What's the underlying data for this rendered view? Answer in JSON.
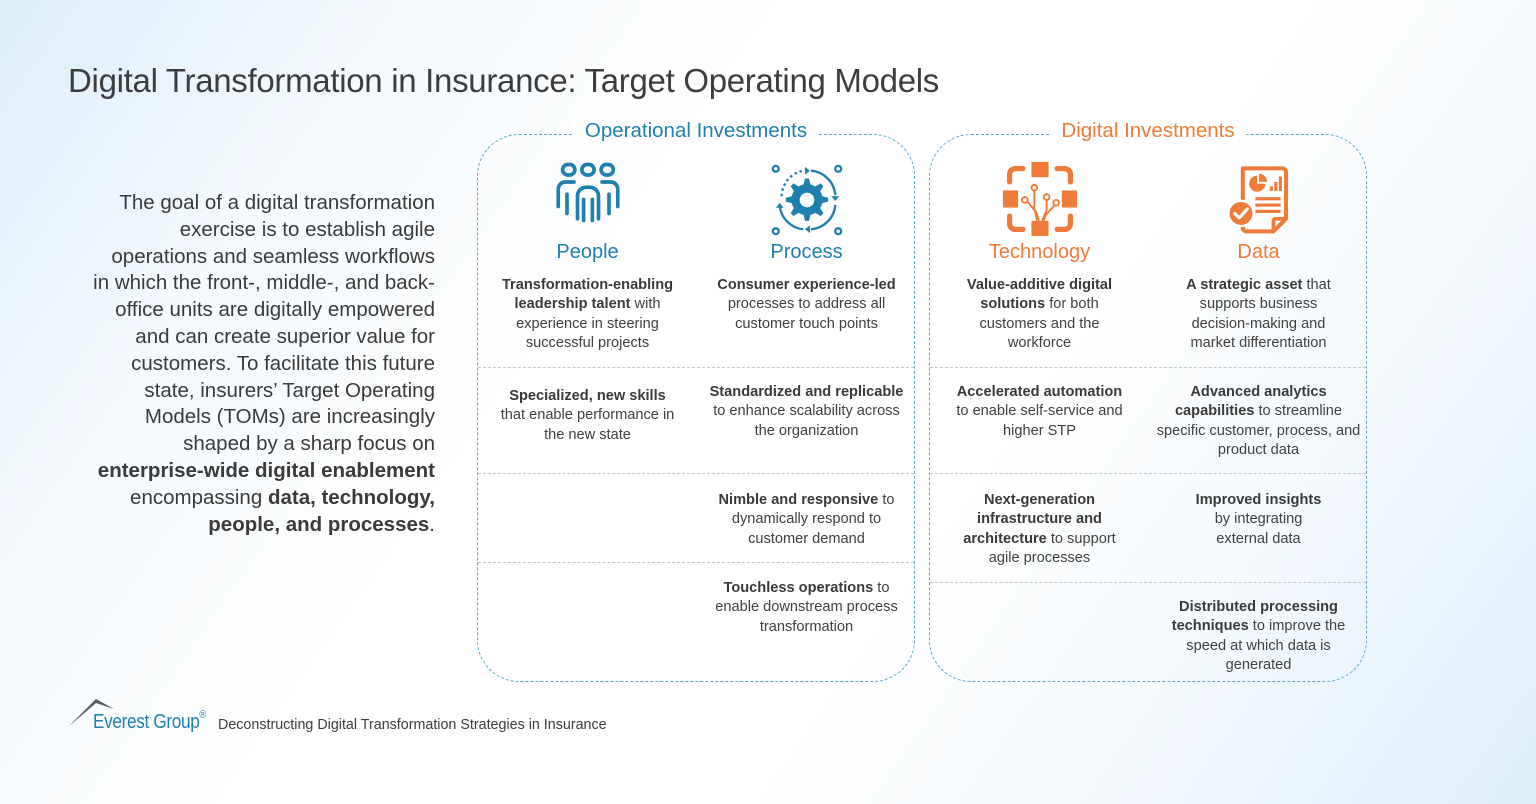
{
  "title": "Digital Transformation in Insurance: Target Operating Models",
  "intro": {
    "segments": [
      {
        "text": "The goal of a digital transformation exercise is to establish agile operations and seamless workflows in which the front-, middle-, and back-office units are digitally empowered and can create superior value for customers. To facilitate this future state, insurers’ Target Operating Models (TOMs) are increasingly shaped by a sharp focus on ",
        "bold": false
      },
      {
        "text": "enterprise-wide digital enablement",
        "bold": true
      },
      {
        "text": " encompassing ",
        "bold": false
      },
      {
        "text": "data, technology, people, and processes",
        "bold": true
      },
      {
        "text": ".",
        "bold": false
      }
    ]
  },
  "colors": {
    "operational": "#1f7fae",
    "digital": "#ef7b3a",
    "panel_border": "#5ba8d0",
    "divider": "#c6c6c6",
    "text": "#3a3a3a"
  },
  "panels": {
    "operational": {
      "title": "Operational Investments",
      "columns": {
        "people": {
          "label": "People",
          "icon": "people-group-icon",
          "items": [
            {
              "bold": "Transformation-enabling leadership talent",
              "rest": " with experience in steering successful projects"
            },
            {
              "bold": "Specialized, new skills",
              "rest": " that enable performance in the new state"
            }
          ]
        },
        "process": {
          "label": "Process",
          "icon": "gear-cycle-icon",
          "items": [
            {
              "bold": "Consumer experience-led",
              "rest": " processes to address all customer touch points"
            },
            {
              "bold": "Standardized and replicable",
              "rest": " to enhance scalability across the organization"
            },
            {
              "bold": "Nimble and responsive",
              "rest": " to dynamically respond to customer demand"
            },
            {
              "bold": "Touchless operations",
              "rest": " to enable downstream process transformation"
            }
          ]
        }
      }
    },
    "digital": {
      "title": "Digital Investments",
      "columns": {
        "technology": {
          "label": "Technology",
          "icon": "circuit-chip-icon",
          "items": [
            {
              "bold": "Value-additive digital solutions",
              "rest": " for both customers and the workforce"
            },
            {
              "bold": "Accelerated automation",
              "rest": " to enable self-service and higher STP"
            },
            {
              "bold": "Next-generation infrastructure and architecture",
              "rest": " to support agile processes"
            }
          ]
        },
        "data": {
          "label": "Data",
          "icon": "report-document-check-icon",
          "items": [
            {
              "bold": "A strategic asset",
              "rest": " that supports business decision-making and market differentiation"
            },
            {
              "bold": "Advanced analytics capabilities",
              "rest": " to streamline specific customer, process, and product data"
            },
            {
              "bold": "Improved insights",
              "rest": " by integrating external data"
            },
            {
              "bold": "Distributed processing techniques",
              "rest": " to improve the speed at which data is generated"
            }
          ]
        }
      }
    }
  },
  "footer": {
    "brand": "Everest Group",
    "registered": "®",
    "caption": "Deconstructing Digital Transformation Strategies in Insurance"
  }
}
